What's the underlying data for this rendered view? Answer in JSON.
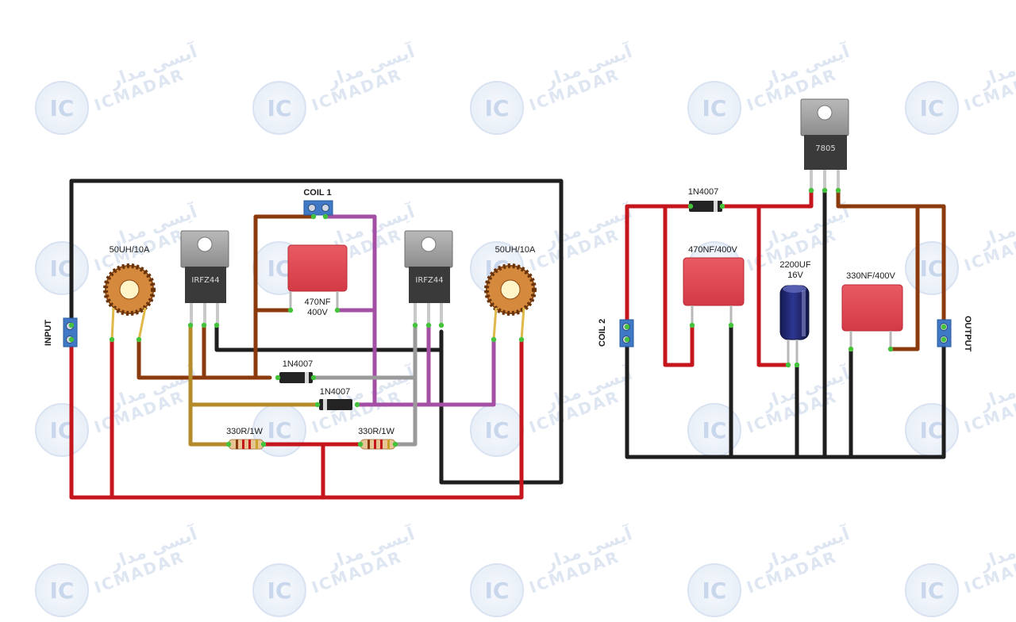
{
  "watermark": {
    "logo_text": "IC",
    "latin_text": "ICMADAR",
    "persian_text": "آیسی مدار"
  },
  "colors": {
    "wire_red": "#c4161c",
    "wire_black": "#1e1e1e",
    "wire_brown": "#8b3a0e",
    "wire_purple": "#a34fa4",
    "wire_gray": "#9a9a9a",
    "wire_olive": "#b48a2a",
    "terminal_blue": "#3f78c5",
    "capacitor_red": "#e0424e",
    "pin_green": "#44c23c"
  },
  "left_circuit": {
    "input_label": "INPUT",
    "coil1_label": "COIL 1",
    "inductor_left_label": "50UH/10A",
    "inductor_right_label": "50UH/10A",
    "mosfet_left_label": "IRFZ44",
    "mosfet_right_label": "IRFZ44",
    "cap_label_line1": "470NF",
    "cap_label_line2": "400V",
    "diode1_label": "1N4007",
    "diode2_label": "1N4007",
    "resistor_left_label": "330R/1W",
    "resistor_right_label": "330R/1W"
  },
  "right_circuit": {
    "coil2_label": "COIL 2",
    "output_label": "OUTPUT",
    "regulator_label": "7805",
    "diode_label": "1N4007",
    "cap1_label": "470NF/400V",
    "electrolytic_label_line1": "2200UF",
    "electrolytic_label_line2": "16V",
    "cap2_label": "330NF/400V"
  }
}
